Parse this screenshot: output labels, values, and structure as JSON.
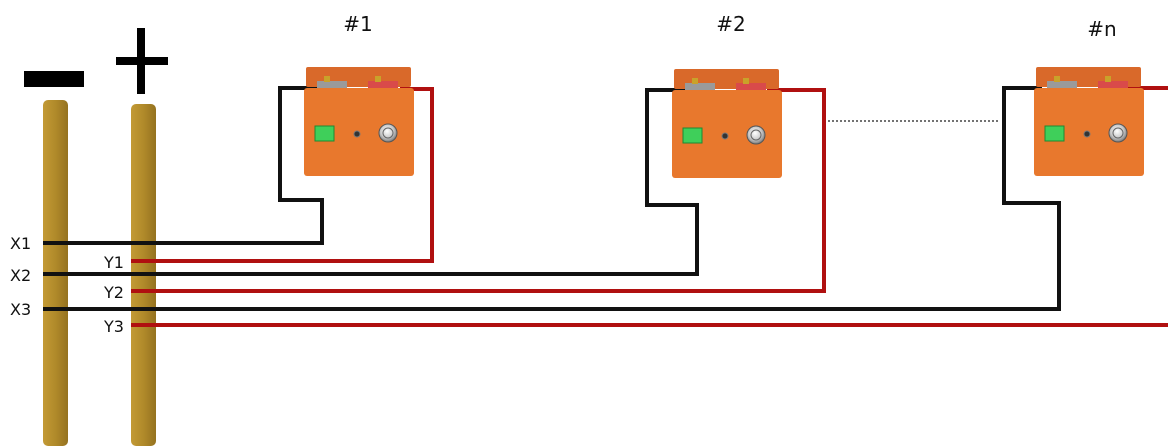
{
  "units": [
    {
      "label": "#1"
    },
    {
      "label": "#2"
    },
    {
      "label": "#n"
    }
  ],
  "busbars": {
    "negative_symbol": "minus-sign",
    "positive_symbol": "plus-sign",
    "color": "#B08A2A"
  },
  "connections": {
    "negative_labels": [
      "X1",
      "X2",
      "X3"
    ],
    "positive_labels": [
      "Y1",
      "Y2",
      "Y3"
    ]
  },
  "colors": {
    "negative_wire": "#111111",
    "positive_wire": "#B01010",
    "unit_body": "#E8782D",
    "unit_top": "#D9692A",
    "switch": "#3FCF5A",
    "negative_terminal": "#9A9A9A",
    "positive_terminal": "#D94A4A"
  }
}
